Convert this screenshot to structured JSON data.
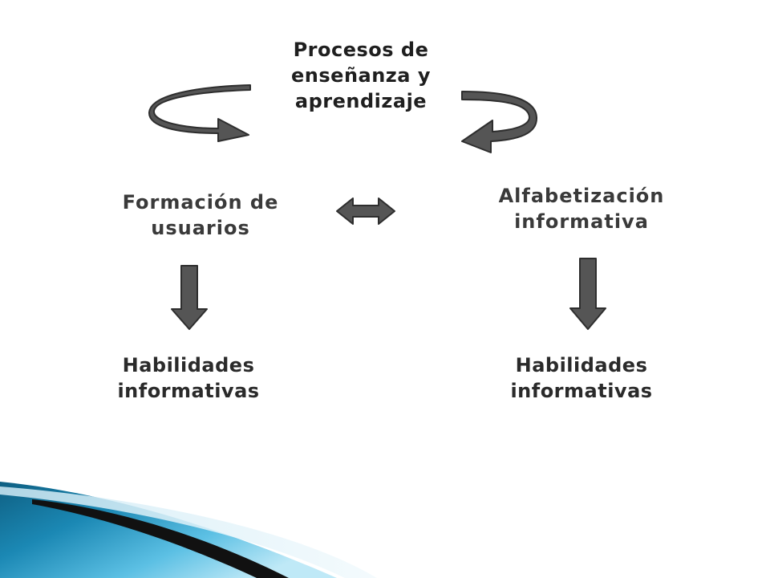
{
  "diagram": {
    "top_node": {
      "lines": [
        "Procesos de",
        "enseñanza y",
        "aprendizaje"
      ]
    },
    "left_node": {
      "lines": [
        "Formación de",
        "usuarios"
      ]
    },
    "right_node": {
      "lines": [
        "Alfabetización",
        "informativa"
      ]
    },
    "bottom_left_node": {
      "lines": [
        "Habilidades",
        "informativas"
      ]
    },
    "bottom_right_node": {
      "lines": [
        "Habilidades",
        "informativas"
      ]
    }
  },
  "colors": {
    "arrow_fill": "#555555",
    "arrow_stroke": "#2e2e2e",
    "text": "#333333",
    "accent_teal": "#1a7fa6",
    "accent_light": "#7fd0ec"
  },
  "icons": [
    "curved-arrow-left-icon",
    "curved-arrow-right-icon",
    "double-headed-arrow-icon",
    "down-arrow-icon"
  ]
}
